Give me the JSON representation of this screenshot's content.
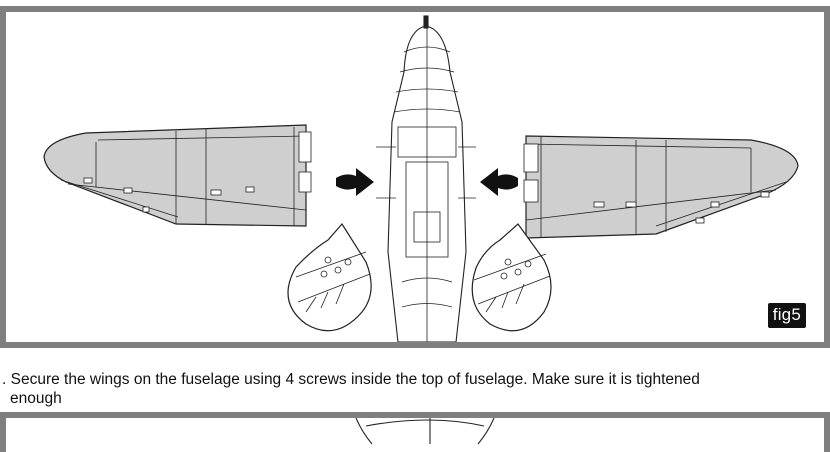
{
  "figure": {
    "label": "fig5"
  },
  "instruction": {
    "line1": ". Secure the wings on the fuselage using 4 screws inside the top of fuselage. Make sure it is tightened",
    "line2": "enough"
  },
  "colors": {
    "frame": "#7f7f7f",
    "wing_fill": "#cfcfcf",
    "ink": "#111111"
  },
  "icons": {
    "arrows": "arrow-right-icon, arrow-left-icon"
  }
}
